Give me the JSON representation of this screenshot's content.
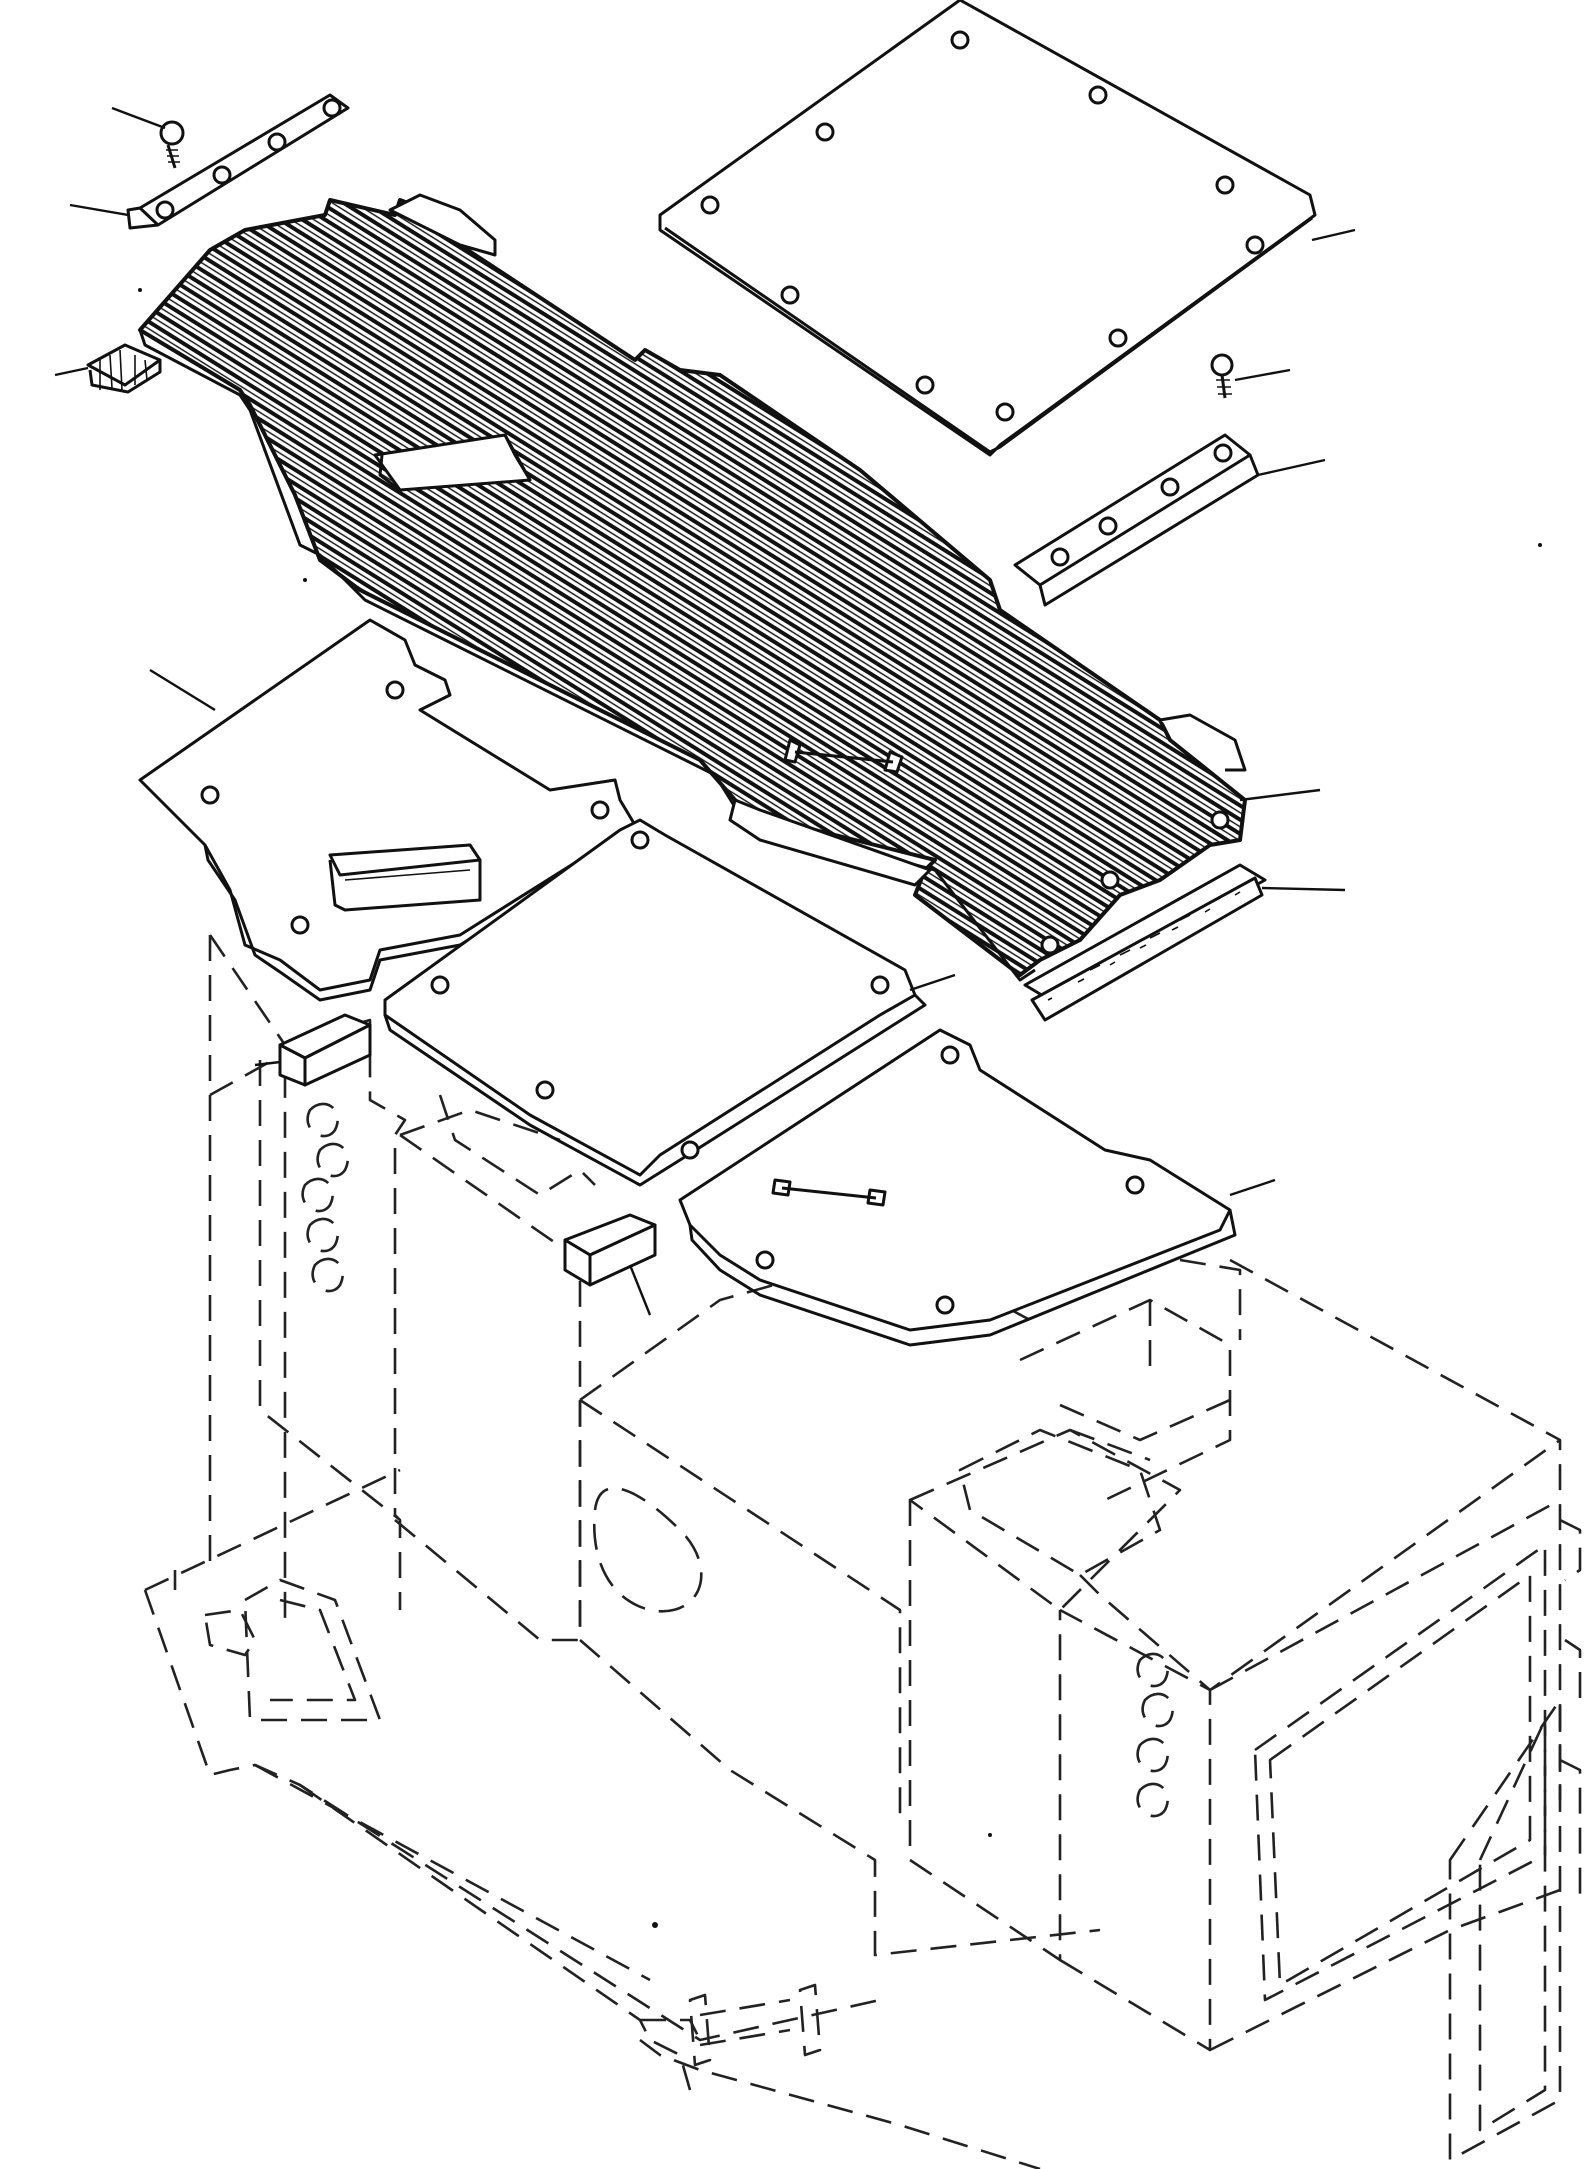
{
  "diagram": {
    "parts": [
      "mounting-screw-top-left",
      "mounting-bar-top-left",
      "edge-trim-top-left",
      "ribbed-floor-mat",
      "top-right-cover-plate",
      "mounting-screw-right",
      "mounting-bar-right",
      "edge-trim-bottom-right",
      "left-floor-plate",
      "center-floor-plate",
      "right-floor-plate",
      "spacer-block-left",
      "spacer-block-center",
      "frame-outline"
    ]
  }
}
